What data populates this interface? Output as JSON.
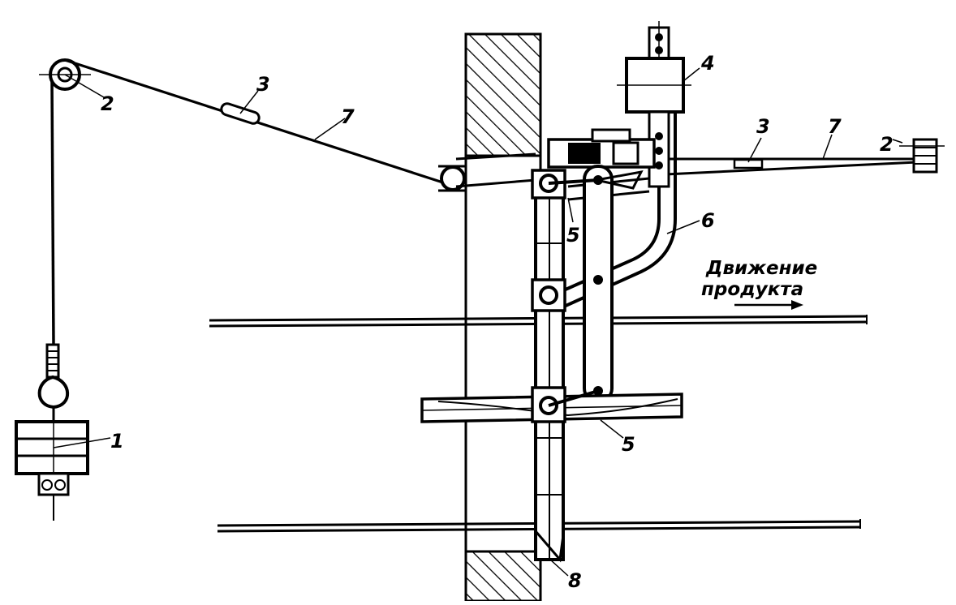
{
  "diagram": {
    "labels": {
      "counterweight": "1",
      "pulley_left": "2",
      "pulley_right": "2",
      "turnbuckle_left": "3",
      "turnbuckle_right": "3",
      "adjustable_weight": "4",
      "lever_upper": "5",
      "lever_lower": "5",
      "bent_arm": "6",
      "cable_left": "7",
      "cable_right": "7",
      "post_base": "8"
    },
    "caption": {
      "line1": "Движение",
      "line2": "продукта"
    },
    "colors": {
      "ink": "#000000",
      "paper": "#ffffff"
    }
  }
}
